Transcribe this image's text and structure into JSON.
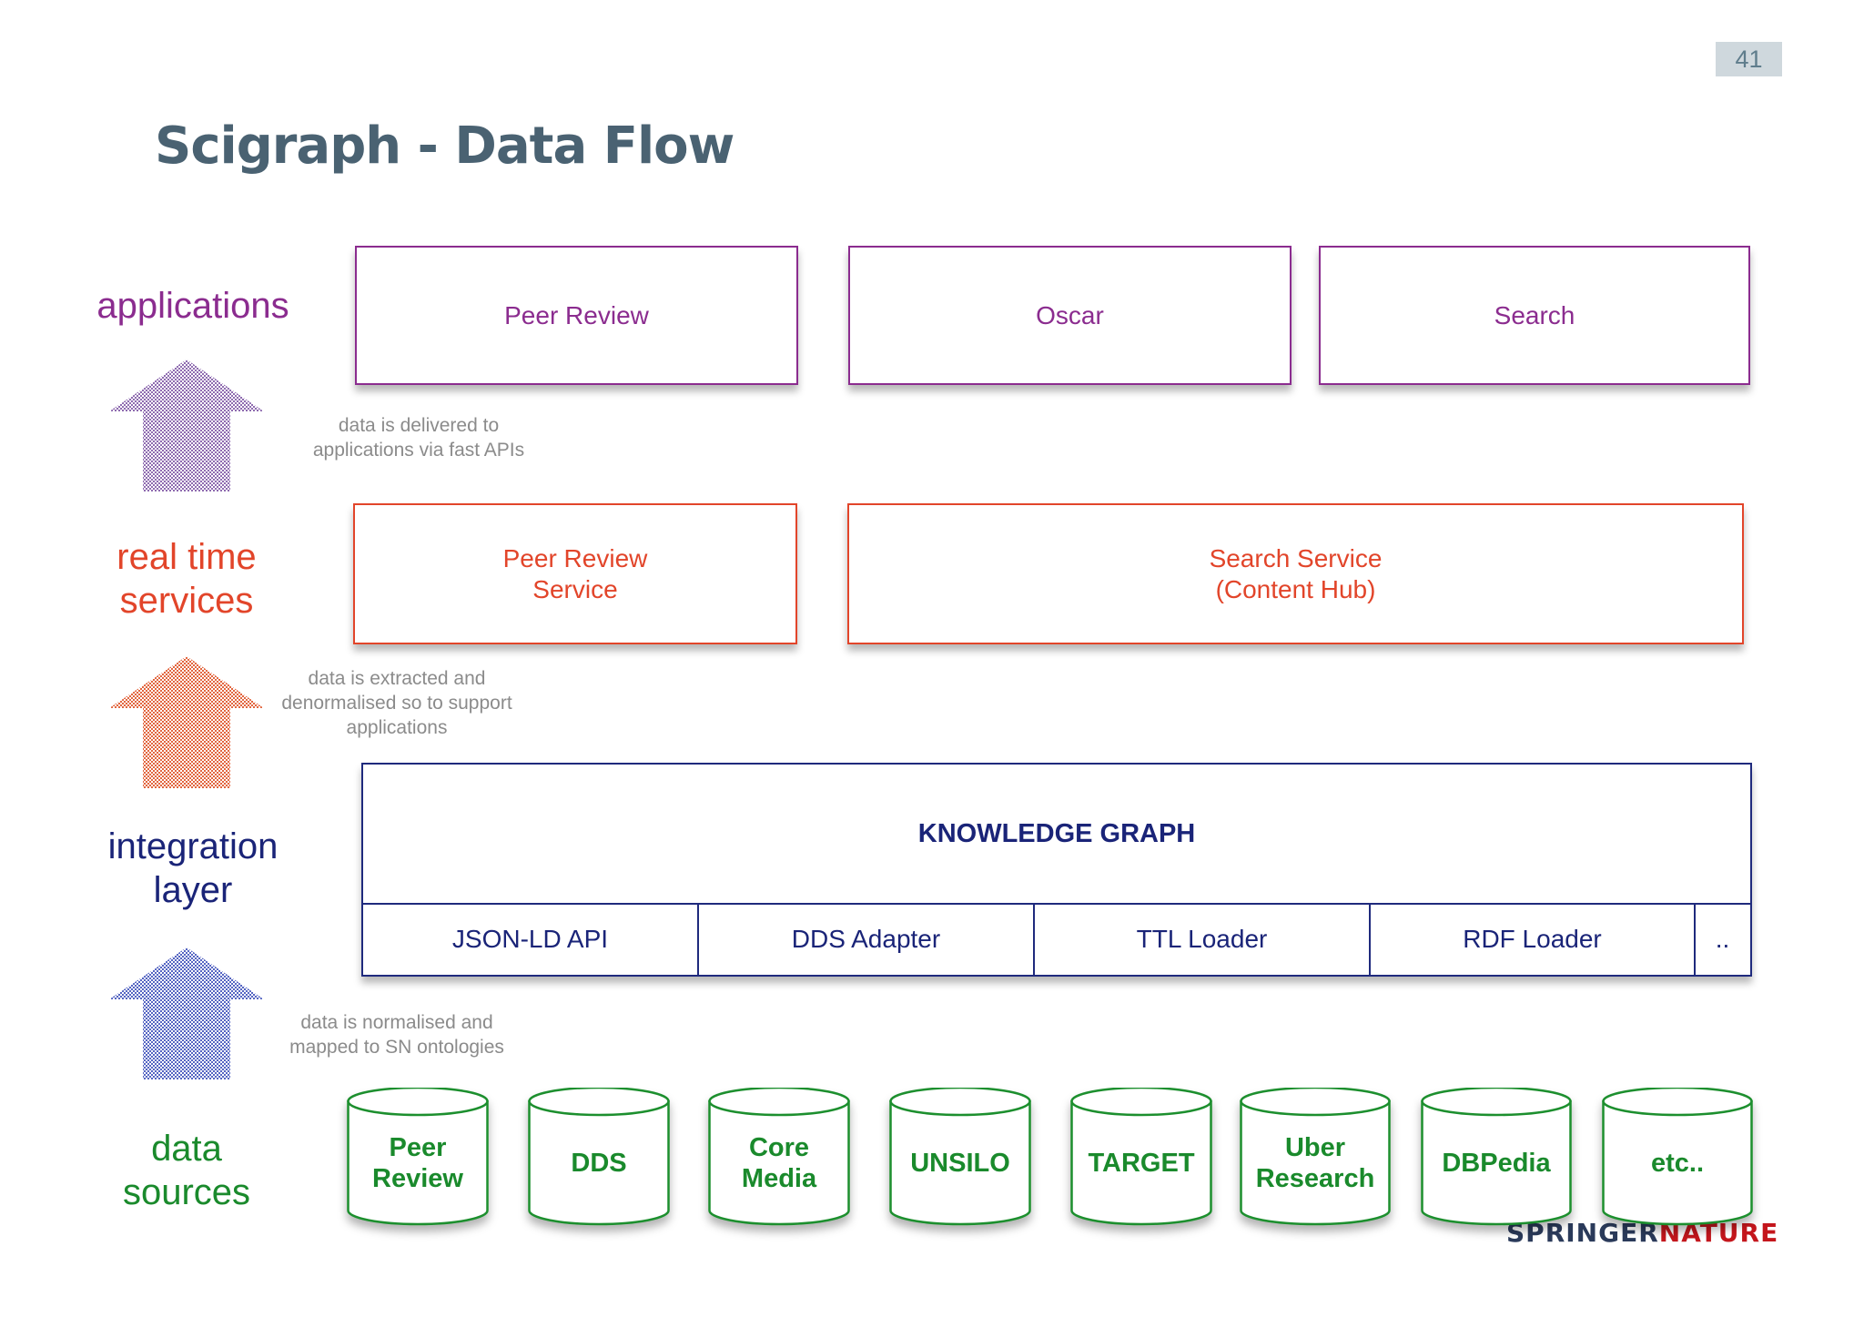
{
  "page_number": "41",
  "title": "Scigraph - Data Flow",
  "layers": {
    "applications": "applications",
    "services": [
      "real time",
      "services"
    ],
    "integration": [
      "integration",
      "layer"
    ],
    "sources": [
      "data",
      "sources"
    ]
  },
  "notes": {
    "delivered": [
      "data is delivered to",
      "applications via fast APIs"
    ],
    "extracted": [
      "data is extracted and",
      "denormalised so to support",
      "applications"
    ],
    "normalised": [
      "data is normalised and",
      "mapped to SN ontologies"
    ]
  },
  "applications": [
    "Peer Review",
    "Oscar",
    "Search"
  ],
  "services": [
    [
      "Peer Review",
      "Service"
    ],
    [
      "Search Service",
      "(Content Hub)"
    ]
  ],
  "knowledge_graph": {
    "title": "KNOWLEDGE GRAPH",
    "components": [
      "JSON-LD API",
      "DDS Adapter",
      "TTL Loader",
      "RDF Loader",
      ".."
    ]
  },
  "data_sources": [
    [
      "Peer",
      "Review"
    ],
    [
      "DDS"
    ],
    [
      "Core",
      "Media"
    ],
    [
      "UNSILO"
    ],
    [
      "TARGET"
    ],
    [
      "Uber",
      "Research"
    ],
    [
      "DBPedia"
    ],
    [
      "etc.."
    ]
  ],
  "watermark": {
    "part1": "SPRINGER",
    "part2": "NATURE"
  },
  "colors": {
    "applications": "#8b2c8f",
    "services": "#e2452a",
    "integration": "#1f2a7d",
    "sources": "#1a8a2c",
    "arrow_apps": "#a48bbf",
    "arrow_services": "#e8876a",
    "arrow_integration": "#7c8bd0"
  }
}
